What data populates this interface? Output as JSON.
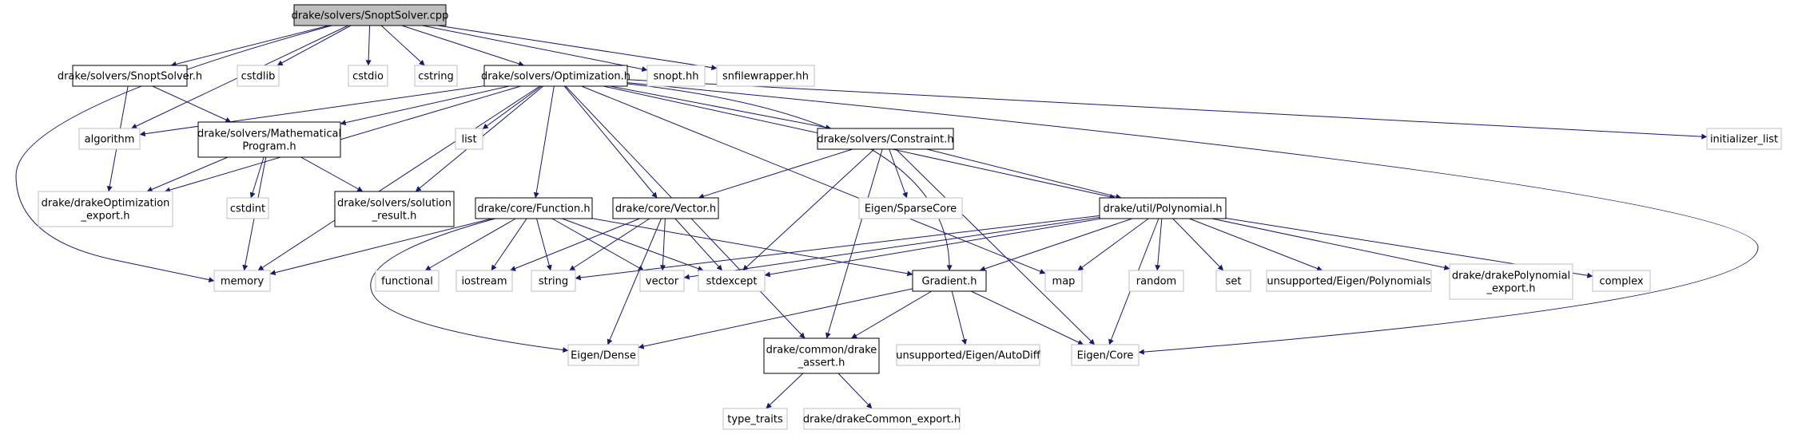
{
  "graph": {
    "colors": {
      "edge": "#191970",
      "root_fill": "#bfbfbf",
      "project_border": "#000000",
      "system_border": "#bfbfbf",
      "text": "#000000"
    },
    "nodes": [
      {
        "id": "snoptsolver_cpp",
        "label": [
          "drake/solvers/SnoptSolver.cpp"
        ],
        "kind": "root"
      },
      {
        "id": "snoptsolver_h",
        "label": [
          "drake/solvers/SnoptSolver.h"
        ],
        "kind": "project"
      },
      {
        "id": "cstdlib",
        "label": [
          "cstdlib"
        ],
        "kind": "system"
      },
      {
        "id": "cstdio",
        "label": [
          "cstdio"
        ],
        "kind": "system"
      },
      {
        "id": "cstring",
        "label": [
          "cstring"
        ],
        "kind": "system"
      },
      {
        "id": "optimization_h",
        "label": [
          "drake/solvers/Optimization.h"
        ],
        "kind": "project"
      },
      {
        "id": "snopt_hh",
        "label": [
          "snopt.hh"
        ],
        "kind": "system"
      },
      {
        "id": "snfilewrapper_hh",
        "label": [
          "snfilewrapper.hh"
        ],
        "kind": "system"
      },
      {
        "id": "algorithm",
        "label": [
          "algorithm"
        ],
        "kind": "system"
      },
      {
        "id": "math_program_h",
        "label": [
          "drake/solvers/Mathematical",
          "Program.h"
        ],
        "kind": "project"
      },
      {
        "id": "list",
        "label": [
          "list"
        ],
        "kind": "system"
      },
      {
        "id": "constraint_h",
        "label": [
          "drake/solvers/Constraint.h"
        ],
        "kind": "project"
      },
      {
        "id": "initializer_list",
        "label": [
          "initializer_list"
        ],
        "kind": "system"
      },
      {
        "id": "drake_opt_export_h",
        "label": [
          "drake/drakeOptimization",
          "_export.h"
        ],
        "kind": "system"
      },
      {
        "id": "cstdint",
        "label": [
          "cstdint"
        ],
        "kind": "system"
      },
      {
        "id": "solution_result_h",
        "label": [
          "drake/solvers/solution",
          "_result.h"
        ],
        "kind": "project"
      },
      {
        "id": "function_h",
        "label": [
          "drake/core/Function.h"
        ],
        "kind": "project"
      },
      {
        "id": "vector_h",
        "label": [
          "drake/core/Vector.h"
        ],
        "kind": "project"
      },
      {
        "id": "sparsecore",
        "label": [
          "Eigen/SparseCore"
        ],
        "kind": "system"
      },
      {
        "id": "polynomial_h",
        "label": [
          "drake/util/Polynomial.h"
        ],
        "kind": "project"
      },
      {
        "id": "memory",
        "label": [
          "memory"
        ],
        "kind": "system"
      },
      {
        "id": "functional",
        "label": [
          "functional"
        ],
        "kind": "system"
      },
      {
        "id": "iostream",
        "label": [
          "iostream"
        ],
        "kind": "system"
      },
      {
        "id": "string",
        "label": [
          "string"
        ],
        "kind": "system"
      },
      {
        "id": "vector",
        "label": [
          "vector"
        ],
        "kind": "system"
      },
      {
        "id": "stdexcept",
        "label": [
          "stdexcept"
        ],
        "kind": "system"
      },
      {
        "id": "gradient_h",
        "label": [
          "Gradient.h"
        ],
        "kind": "project"
      },
      {
        "id": "map",
        "label": [
          "map"
        ],
        "kind": "system"
      },
      {
        "id": "random",
        "label": [
          "random"
        ],
        "kind": "system"
      },
      {
        "id": "set",
        "label": [
          "set"
        ],
        "kind": "system"
      },
      {
        "id": "unsupported_polynomials",
        "label": [
          "unsupported/Eigen/Polynomials"
        ],
        "kind": "system"
      },
      {
        "id": "drake_poly_export_h",
        "label": [
          "drake/drakePolynomial",
          "_export.h"
        ],
        "kind": "system"
      },
      {
        "id": "complex",
        "label": [
          "complex"
        ],
        "kind": "system"
      },
      {
        "id": "eigen_dense",
        "label": [
          "Eigen/Dense"
        ],
        "kind": "system"
      },
      {
        "id": "drake_assert_h",
        "label": [
          "drake/common/drake",
          "_assert.h"
        ],
        "kind": "project"
      },
      {
        "id": "autodiff",
        "label": [
          "unsupported/Eigen/AutoDiff"
        ],
        "kind": "system"
      },
      {
        "id": "eigen_core",
        "label": [
          "Eigen/Core"
        ],
        "kind": "system"
      },
      {
        "id": "type_traits",
        "label": [
          "type_traits"
        ],
        "kind": "system"
      },
      {
        "id": "drake_common_export_h",
        "label": [
          "drake/drakeCommon_export.h"
        ],
        "kind": "system"
      }
    ]
  }
}
